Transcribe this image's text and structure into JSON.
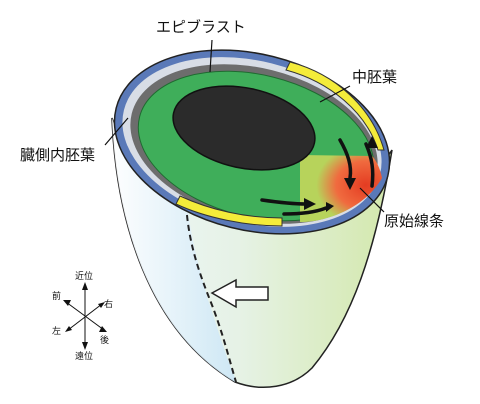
{
  "labels": {
    "epiblast": "エピブラスト",
    "mesoderm": "中胚葉",
    "visceral_endoderm": "臓側内胚葉",
    "primitive_streak": "原始線条"
  },
  "compass": {
    "proximal": "近位",
    "distal": "遠位",
    "anterior": "前",
    "posterior": "後",
    "left": "左",
    "right": "右"
  },
  "colors": {
    "epiblast_green": "#3fae5a",
    "mesoderm_yellow": "#f4ec3a",
    "visceral_endoderm_blue": "#5a79b8",
    "primitive_streak_red": "#e8452c",
    "cavity_dark": "#2b2b2b",
    "body_left": "#cfe8f4",
    "body_right": "#d9ecb7"
  }
}
